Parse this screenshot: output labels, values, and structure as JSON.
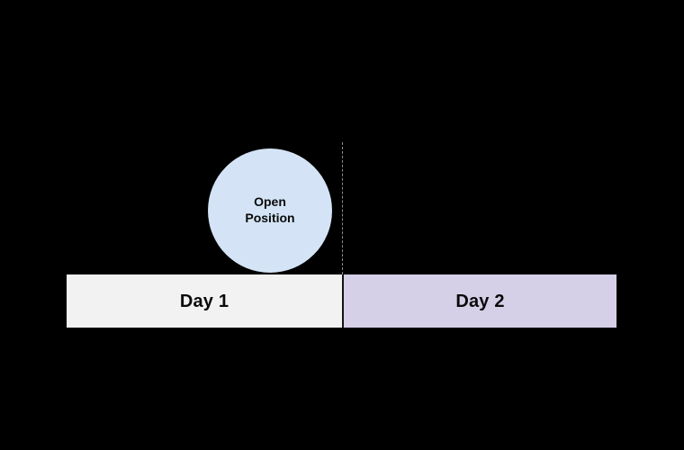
{
  "diagram": {
    "type": "timeline",
    "background_color": "#000000",
    "timeline": {
      "segments": [
        {
          "id": "day1",
          "label": "Day 1",
          "fill_color": "#f2f2f2",
          "text_color": "#0a0a0a"
        },
        {
          "id": "day2",
          "label": "Day 2",
          "fill_color": "#d6cfe8",
          "text_color": "#0a0a0a"
        }
      ]
    },
    "nodes": [
      {
        "id": "open-position",
        "shape": "circle",
        "label_line1": "Open",
        "label_line2": "Position",
        "fill_color": "#d4e4f6",
        "text_color": "#0a0a0a"
      }
    ],
    "markers": [
      {
        "id": "day-boundary",
        "style": "dashed",
        "color": "#8c8c8c",
        "orientation": "vertical"
      }
    ]
  }
}
